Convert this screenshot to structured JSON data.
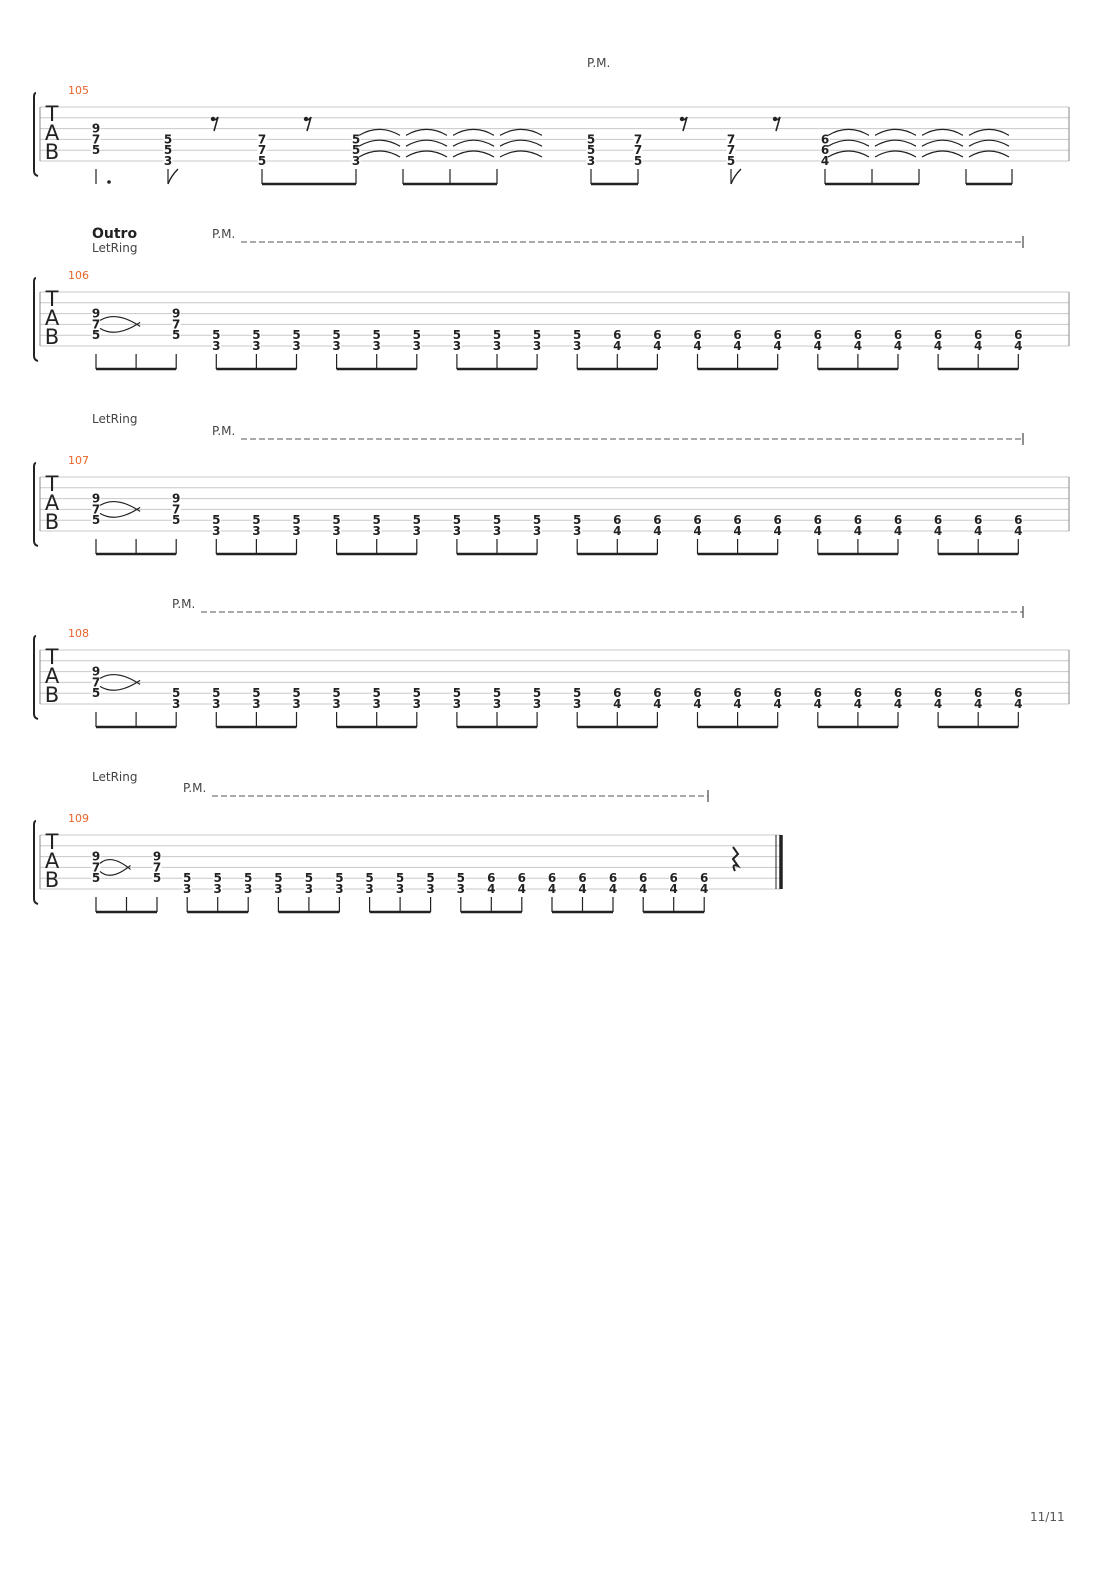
{
  "clef": [
    "T",
    "A",
    "B"
  ],
  "page_number": "11/11",
  "systems": [
    {
      "measure": "105",
      "section": "",
      "letring": "",
      "pm": {
        "label": "P.M.",
        "dashed": false
      },
      "final": false,
      "notes": [
        {
          "f": [
            "9",
            "7",
            "5"
          ],
          "s": 2,
          "dot": true
        },
        {
          "f": [
            "5",
            "5",
            "3"
          ],
          "s": 3,
          "flag": true
        },
        {
          "rest": "eighth"
        },
        {
          "f": [
            "7",
            "7",
            "5"
          ],
          "s": 3
        },
        {
          "rest": "eighth"
        },
        {
          "f": [
            "5",
            "5",
            "3"
          ],
          "s": 3,
          "tie": true
        },
        {
          "f": [],
          "tie": true
        },
        {
          "f": [],
          "tie": true
        },
        {
          "f": [],
          "tie": true
        },
        {
          "f": [
            "5",
            "5",
            "3"
          ],
          "s": 3
        },
        {
          "f": [
            "7",
            "7",
            "5"
          ],
          "s": 3
        },
        {
          "rest": "eighth"
        },
        {
          "f": [
            "7",
            "7",
            "5"
          ],
          "s": 3,
          "flag": true
        },
        {
          "rest": "eighth"
        },
        {
          "f": [
            "6",
            "6",
            "4"
          ],
          "s": 3,
          "tie": true
        },
        {
          "f": [],
          "tie": true
        },
        {
          "f": [],
          "tie": true
        },
        {
          "f": [],
          "tie": true
        }
      ]
    },
    {
      "measure": "106",
      "section": "Outro",
      "letring": "LetRing",
      "pm": {
        "label": "P.M.",
        "dashed": true
      },
      "final": false,
      "notes": [
        {
          "f": [
            "9",
            "7",
            "5"
          ],
          "s": 2,
          "ring": true
        },
        {
          "f": [],
          "ring": true
        },
        {
          "f": [
            "9",
            "7",
            "5"
          ],
          "s": 2
        },
        {
          "f": [
            "5",
            "3"
          ],
          "s": 4
        },
        {
          "f": [
            "5",
            "3"
          ],
          "s": 4
        },
        {
          "f": [
            "5",
            "3"
          ],
          "s": 4
        },
        {
          "f": [
            "5",
            "3"
          ],
          "s": 4
        },
        {
          "f": [
            "5",
            "3"
          ],
          "s": 4
        },
        {
          "f": [
            "5",
            "3"
          ],
          "s": 4
        },
        {
          "f": [
            "5",
            "3"
          ],
          "s": 4
        },
        {
          "f": [
            "5",
            "3"
          ],
          "s": 4
        },
        {
          "f": [
            "5",
            "3"
          ],
          "s": 4
        },
        {
          "f": [
            "5",
            "3"
          ],
          "s": 4
        },
        {
          "f": [
            "6",
            "4"
          ],
          "s": 4
        },
        {
          "f": [
            "6",
            "4"
          ],
          "s": 4
        },
        {
          "f": [
            "6",
            "4"
          ],
          "s": 4
        },
        {
          "f": [
            "6",
            "4"
          ],
          "s": 4
        },
        {
          "f": [
            "6",
            "4"
          ],
          "s": 4
        },
        {
          "f": [
            "6",
            "4"
          ],
          "s": 4
        },
        {
          "f": [
            "6",
            "4"
          ],
          "s": 4
        },
        {
          "f": [
            "6",
            "4"
          ],
          "s": 4
        },
        {
          "f": [
            "6",
            "4"
          ],
          "s": 4
        },
        {
          "f": [
            "6",
            "4"
          ],
          "s": 4
        },
        {
          "f": [
            "6",
            "4"
          ],
          "s": 4
        }
      ]
    },
    {
      "measure": "107",
      "section": "",
      "letring": "LetRing",
      "pm": {
        "label": "P.M.",
        "dashed": true
      },
      "final": false,
      "notes": [
        {
          "f": [
            "9",
            "7",
            "5"
          ],
          "s": 2,
          "ring": true
        },
        {
          "f": [],
          "ring": true
        },
        {
          "f": [
            "9",
            "7",
            "5"
          ],
          "s": 2
        },
        {
          "f": [
            "5",
            "3"
          ],
          "s": 4
        },
        {
          "f": [
            "5",
            "3"
          ],
          "s": 4
        },
        {
          "f": [
            "5",
            "3"
          ],
          "s": 4
        },
        {
          "f": [
            "5",
            "3"
          ],
          "s": 4
        },
        {
          "f": [
            "5",
            "3"
          ],
          "s": 4
        },
        {
          "f": [
            "5",
            "3"
          ],
          "s": 4
        },
        {
          "f": [
            "5",
            "3"
          ],
          "s": 4
        },
        {
          "f": [
            "5",
            "3"
          ],
          "s": 4
        },
        {
          "f": [
            "5",
            "3"
          ],
          "s": 4
        },
        {
          "f": [
            "5",
            "3"
          ],
          "s": 4
        },
        {
          "f": [
            "6",
            "4"
          ],
          "s": 4
        },
        {
          "f": [
            "6",
            "4"
          ],
          "s": 4
        },
        {
          "f": [
            "6",
            "4"
          ],
          "s": 4
        },
        {
          "f": [
            "6",
            "4"
          ],
          "s": 4
        },
        {
          "f": [
            "6",
            "4"
          ],
          "s": 4
        },
        {
          "f": [
            "6",
            "4"
          ],
          "s": 4
        },
        {
          "f": [
            "6",
            "4"
          ],
          "s": 4
        },
        {
          "f": [
            "6",
            "4"
          ],
          "s": 4
        },
        {
          "f": [
            "6",
            "4"
          ],
          "s": 4
        },
        {
          "f": [
            "6",
            "4"
          ],
          "s": 4
        },
        {
          "f": [
            "6",
            "4"
          ],
          "s": 4
        }
      ]
    },
    {
      "measure": "108",
      "section": "",
      "letring": "",
      "pm": {
        "label": "P.M.",
        "dashed": true
      },
      "final": false,
      "notes": [
        {
          "f": [
            "9",
            "7",
            "5"
          ],
          "s": 2,
          "ring": true
        },
        {
          "f": [],
          "ring": true
        },
        {
          "f": [
            "5",
            "3"
          ],
          "s": 4
        },
        {
          "f": [
            "5",
            "3"
          ],
          "s": 4
        },
        {
          "f": [
            "5",
            "3"
          ],
          "s": 4
        },
        {
          "f": [
            "5",
            "3"
          ],
          "s": 4
        },
        {
          "f": [
            "5",
            "3"
          ],
          "s": 4
        },
        {
          "f": [
            "5",
            "3"
          ],
          "s": 4
        },
        {
          "f": [
            "5",
            "3"
          ],
          "s": 4
        },
        {
          "f": [
            "5",
            "3"
          ],
          "s": 4
        },
        {
          "f": [
            "5",
            "3"
          ],
          "s": 4
        },
        {
          "f": [
            "5",
            "3"
          ],
          "s": 4
        },
        {
          "f": [
            "5",
            "3"
          ],
          "s": 4
        },
        {
          "f": [
            "6",
            "4"
          ],
          "s": 4
        },
        {
          "f": [
            "6",
            "4"
          ],
          "s": 4
        },
        {
          "f": [
            "6",
            "4"
          ],
          "s": 4
        },
        {
          "f": [
            "6",
            "4"
          ],
          "s": 4
        },
        {
          "f": [
            "6",
            "4"
          ],
          "s": 4
        },
        {
          "f": [
            "6",
            "4"
          ],
          "s": 4
        },
        {
          "f": [
            "6",
            "4"
          ],
          "s": 4
        },
        {
          "f": [
            "6",
            "4"
          ],
          "s": 4
        },
        {
          "f": [
            "6",
            "4"
          ],
          "s": 4
        },
        {
          "f": [
            "6",
            "4"
          ],
          "s": 4
        },
        {
          "f": [
            "6",
            "4"
          ],
          "s": 4
        }
      ]
    },
    {
      "measure": "109",
      "section": "",
      "letring": "LetRing",
      "pm": {
        "label": "P.M.",
        "dashed": true
      },
      "final": true,
      "notes": [
        {
          "f": [
            "9",
            "7",
            "5"
          ],
          "s": 2,
          "ring": true
        },
        {
          "f": [],
          "ring": true
        },
        {
          "f": [
            "9",
            "7",
            "5"
          ],
          "s": 2
        },
        {
          "f": [
            "5",
            "3"
          ],
          "s": 4
        },
        {
          "f": [
            "5",
            "3"
          ],
          "s": 4
        },
        {
          "f": [
            "5",
            "3"
          ],
          "s": 4
        },
        {
          "f": [
            "5",
            "3"
          ],
          "s": 4
        },
        {
          "f": [
            "5",
            "3"
          ],
          "s": 4
        },
        {
          "f": [
            "5",
            "3"
          ],
          "s": 4
        },
        {
          "f": [
            "5",
            "3"
          ],
          "s": 4
        },
        {
          "f": [
            "5",
            "3"
          ],
          "s": 4
        },
        {
          "f": [
            "5",
            "3"
          ],
          "s": 4
        },
        {
          "f": [
            "5",
            "3"
          ],
          "s": 4
        },
        {
          "f": [
            "6",
            "4"
          ],
          "s": 4
        },
        {
          "f": [
            "6",
            "4"
          ],
          "s": 4
        },
        {
          "f": [
            "6",
            "4"
          ],
          "s": 4
        },
        {
          "f": [
            "6",
            "4"
          ],
          "s": 4
        },
        {
          "f": [
            "6",
            "4"
          ],
          "s": 4
        },
        {
          "f": [
            "6",
            "4"
          ],
          "s": 4
        },
        {
          "f": [
            "6",
            "4"
          ],
          "s": 4
        },
        {
          "f": [
            "6",
            "4"
          ],
          "s": 4
        },
        {
          "rest": "quarter"
        }
      ]
    }
  ],
  "colors": {
    "measure_number": "#e8642a",
    "staff_line": "#c8c8c8",
    "ink": "#222222"
  }
}
